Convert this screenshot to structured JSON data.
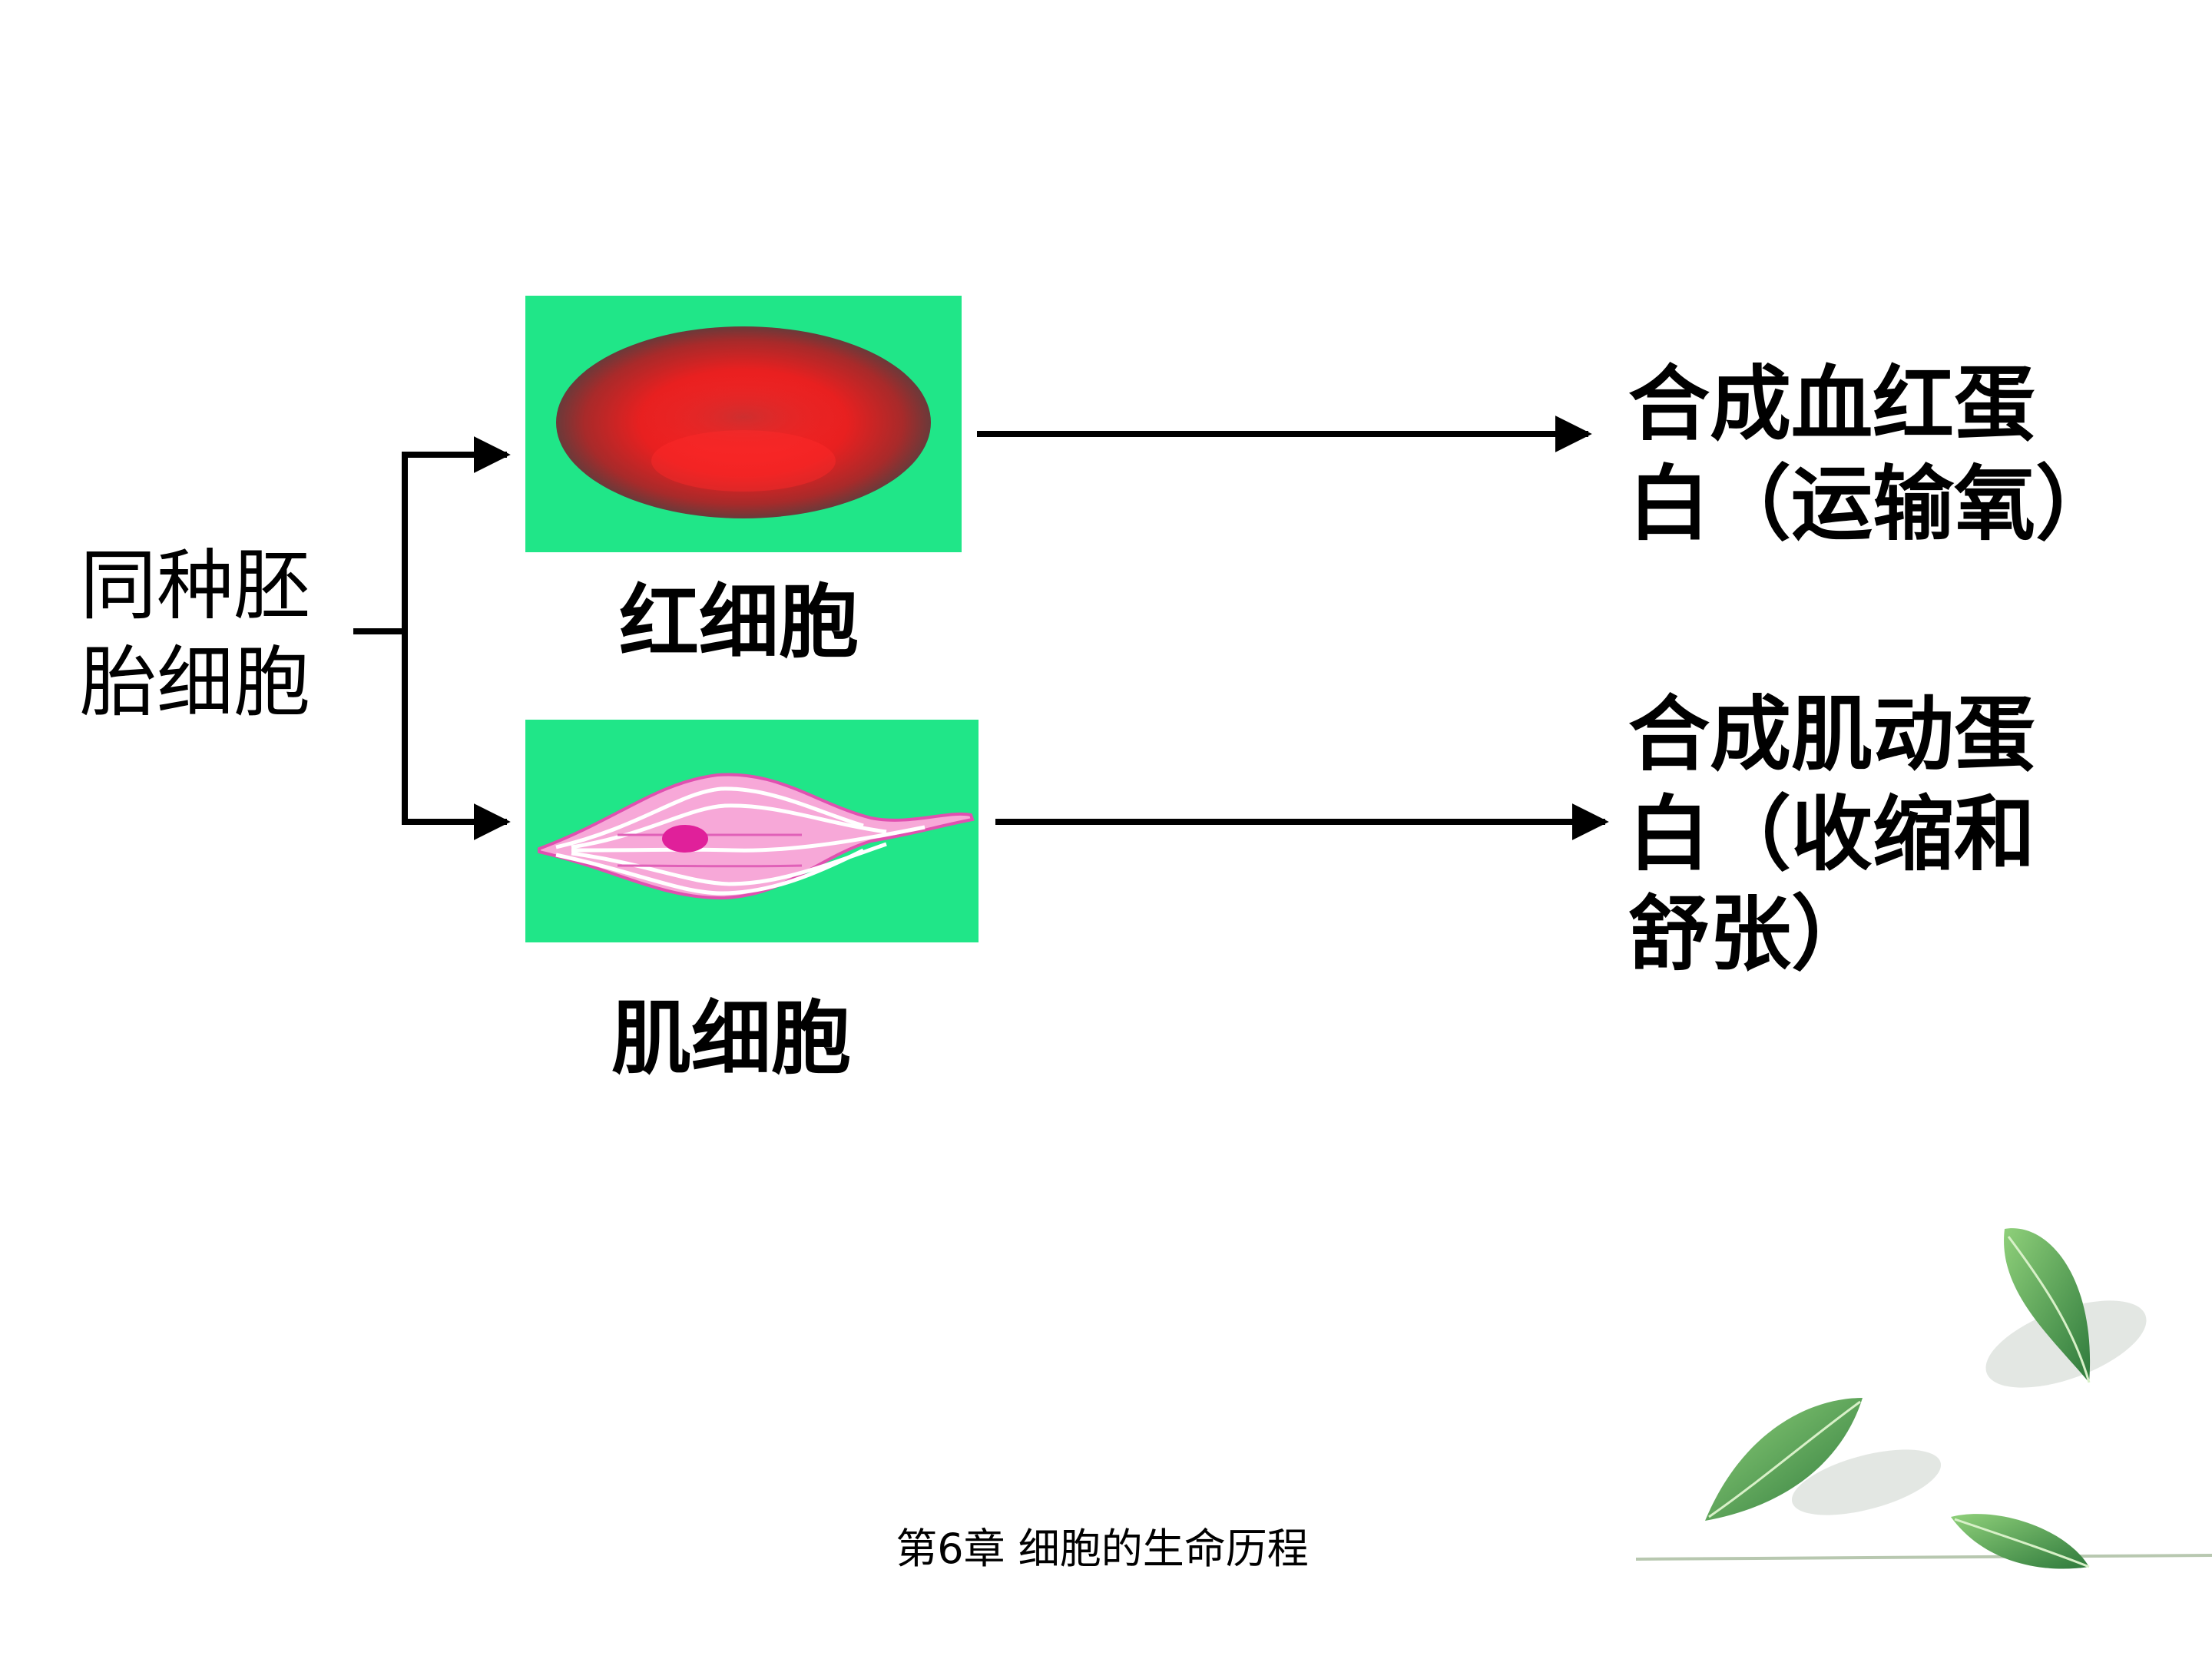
{
  "source_cell": {
    "line1": "同种胚",
    "line2": "胎细胞"
  },
  "cells": [
    {
      "name": "红细胞"
    },
    {
      "name": "肌细胞"
    }
  ],
  "results": [
    {
      "line1": "合成血红蛋",
      "line2": "白（运输氧）"
    },
    {
      "line1": "合成肌动蛋",
      "line2": "白（收缩和",
      "line3": "舒张）"
    }
  ],
  "footer": {
    "text": "第6章 细胞的生命历程"
  },
  "colors": {
    "cell_background": "#20e688",
    "red_cell": "#e82020",
    "muscle_cell": "#f070c0",
    "arrow": "#000000"
  },
  "icons": {
    "red_cell_image": "red-blood-cell-icon",
    "muscle_cell_image": "muscle-cell-icon",
    "decor": "leaf-icon"
  }
}
